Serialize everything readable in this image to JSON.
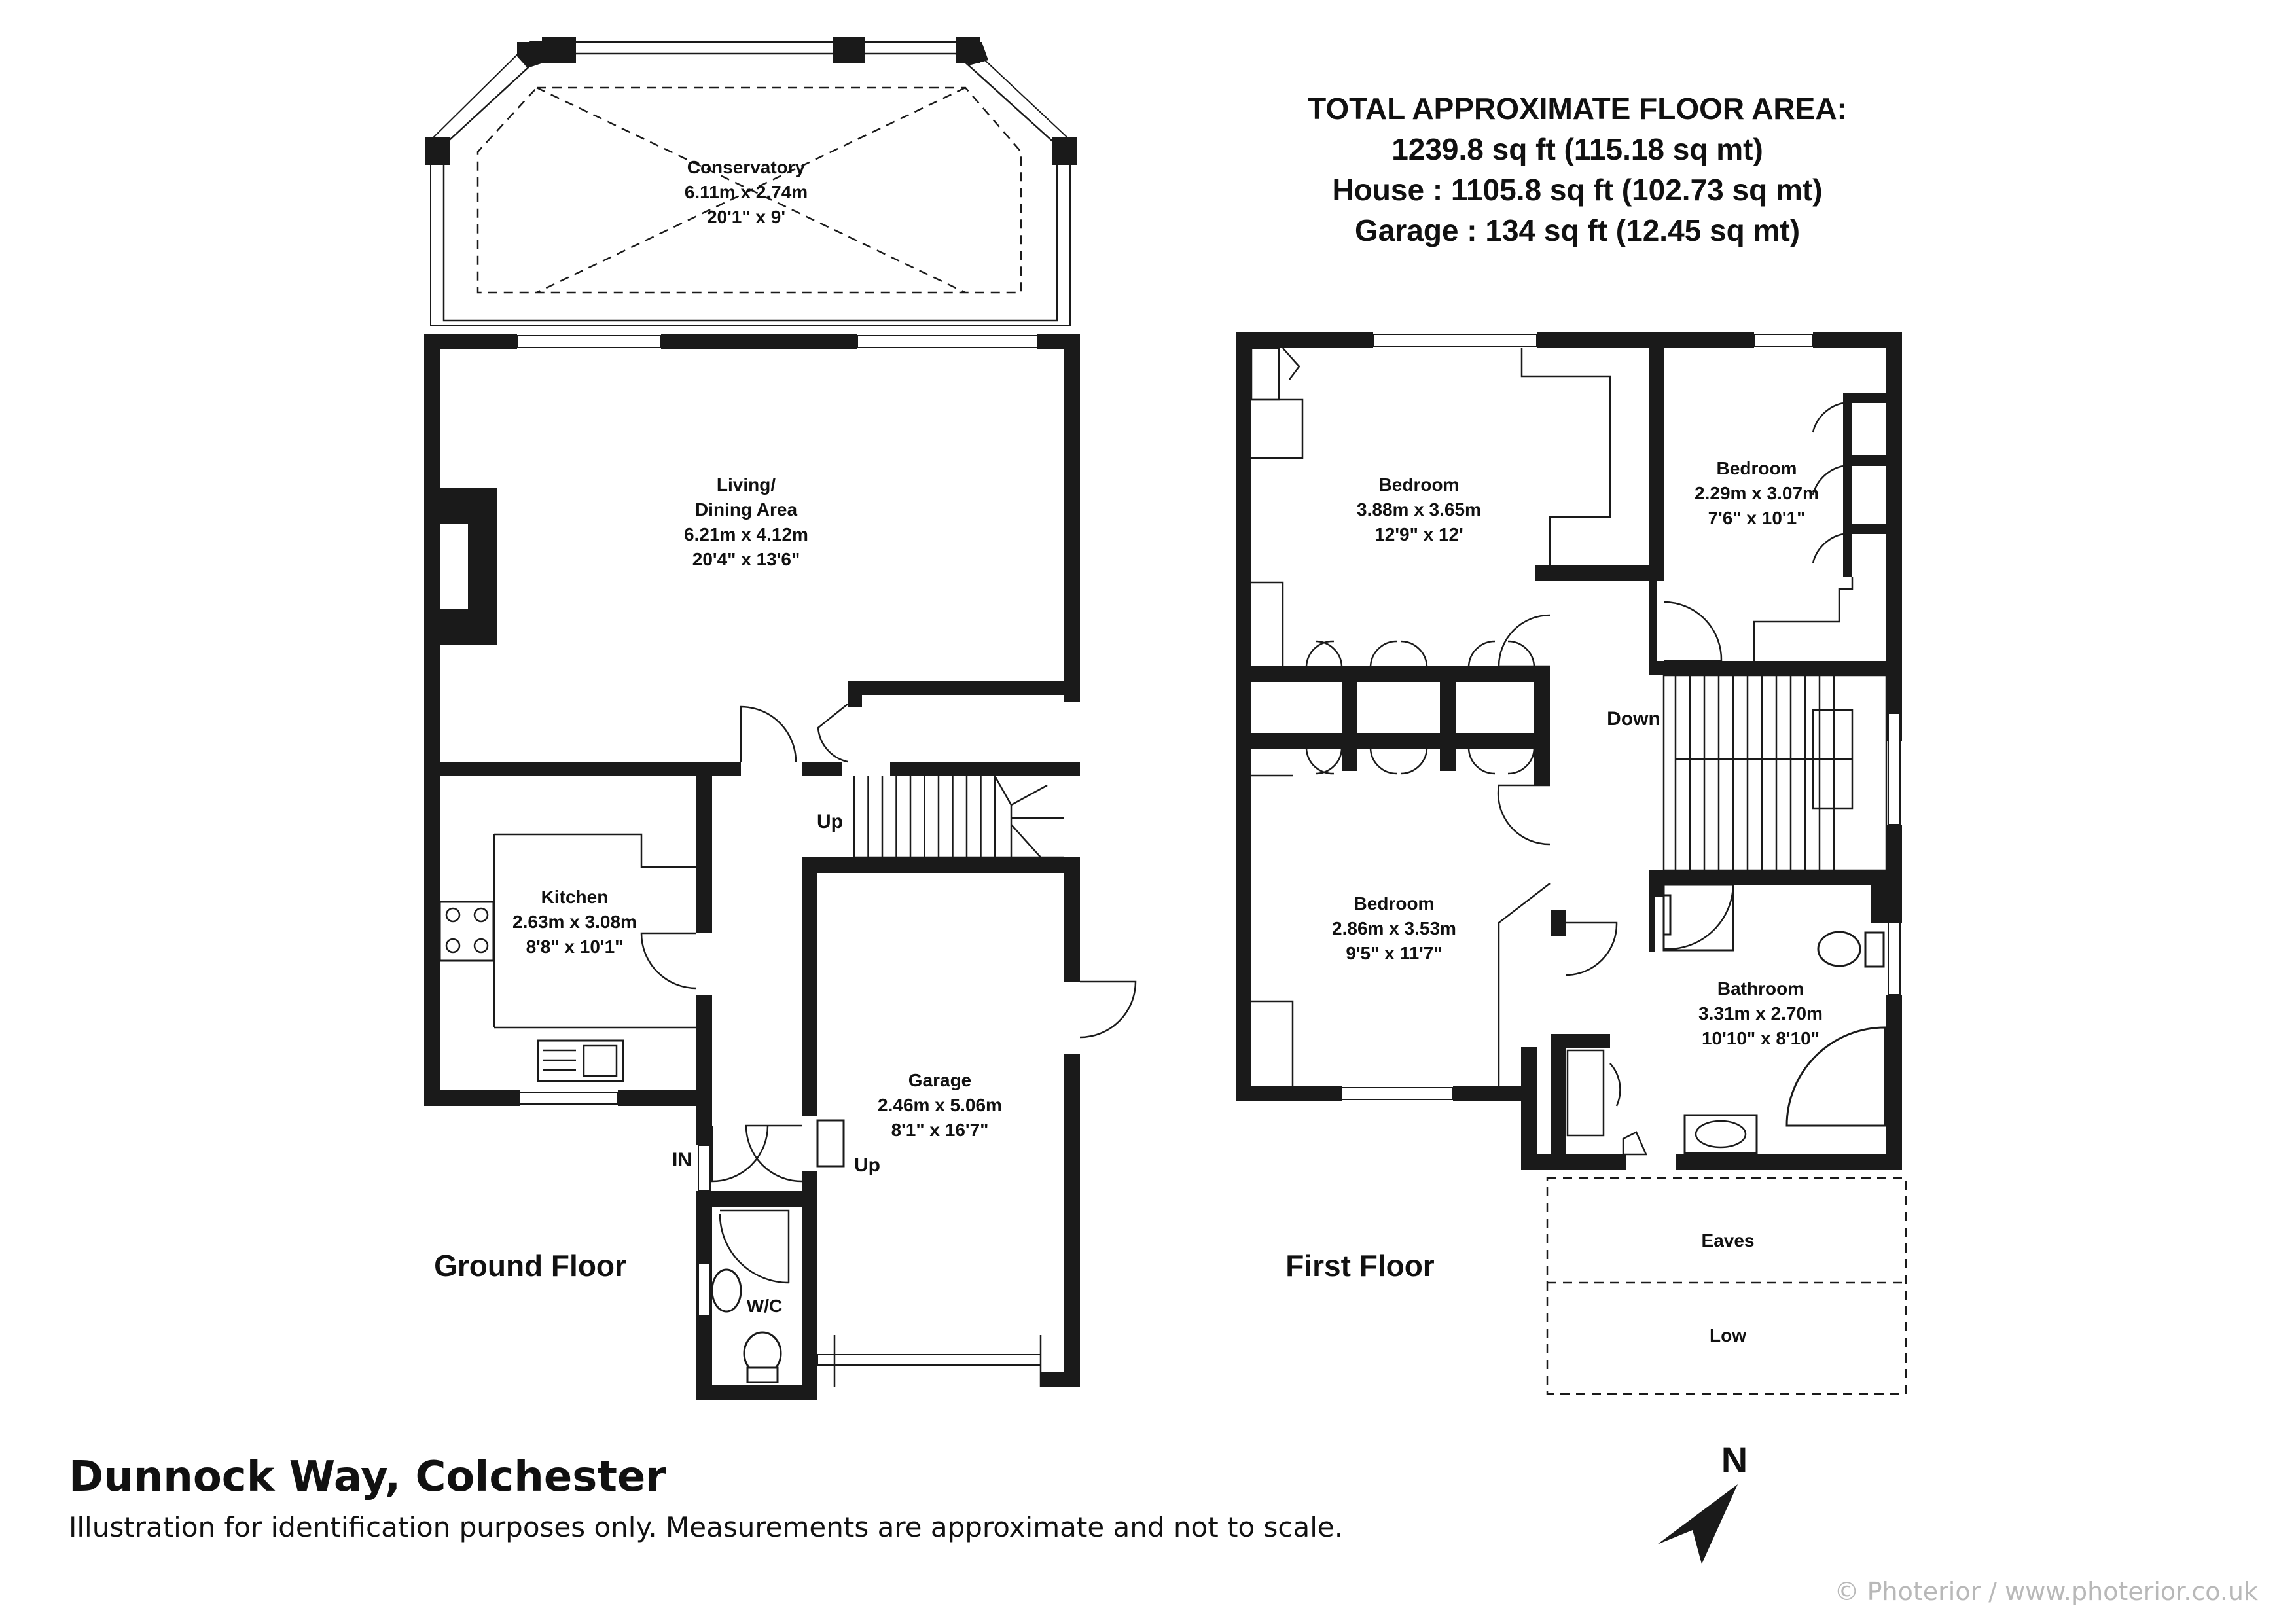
{
  "summary": {
    "heading": "TOTAL APPROXIMATE FLOOR AREA:",
    "total": "1239.8 sq ft (115.18 sq mt)",
    "house": "House : 1105.8 sq ft (102.73 sq mt)",
    "garage": "Garage : 134 sq ft (12.45 sq mt)"
  },
  "ground_floor": {
    "label": "Ground Floor",
    "rooms": {
      "conservatory": {
        "name": "Conservatory",
        "metric": "6.11m x 2.74m",
        "imperial": "20'1\"  x 9'"
      },
      "living": {
        "name": "Living/",
        "name2": "Dining Area",
        "metric": "6.21m x 4.12m",
        "imperial": "20'4\"  x 13'6\""
      },
      "kitchen": {
        "name": "Kitchen",
        "metric": "2.63m x 3.08m",
        "imperial": "8'8\"  x 10'1\""
      },
      "garage": {
        "name": "Garage",
        "metric": "2.46m x 5.06m",
        "imperial": "8'1\"  x 16'7\""
      },
      "wc": {
        "name": "W/C"
      }
    },
    "marks": {
      "up_stairs": "Up",
      "up_garage": "Up",
      "entrance": "IN"
    }
  },
  "first_floor": {
    "label": "First Floor",
    "rooms": {
      "bedroom1": {
        "name": "Bedroom",
        "metric": "3.88m x 3.65m",
        "imperial": "12'9\"  x 12'"
      },
      "bedroom2": {
        "name": "Bedroom",
        "metric": "2.29m x 3.07m",
        "imperial": "7'6\"  x 10'1\""
      },
      "bedroom3": {
        "name": "Bedroom",
        "metric": "2.86m x 3.53m",
        "imperial": "9'5\"  x 11'7\""
      },
      "bathroom": {
        "name": "Bathroom",
        "metric": "3.31m x 2.70m",
        "imperial": "10'10\"  x 8'10\""
      }
    },
    "marks": {
      "down": "Down",
      "eaves": "Eaves",
      "low": "Low"
    }
  },
  "footer": {
    "address": "Dunnock Way, Colchester",
    "disclaimer": "Illustration for identification purposes only. Measurements are approximate and not to scale.",
    "copyright": "© Photerior / www.photerior.co.uk"
  },
  "compass": {
    "label": "N"
  },
  "colors": {
    "wall": "#1a1a1a",
    "copyright": "#b8b8b8"
  }
}
